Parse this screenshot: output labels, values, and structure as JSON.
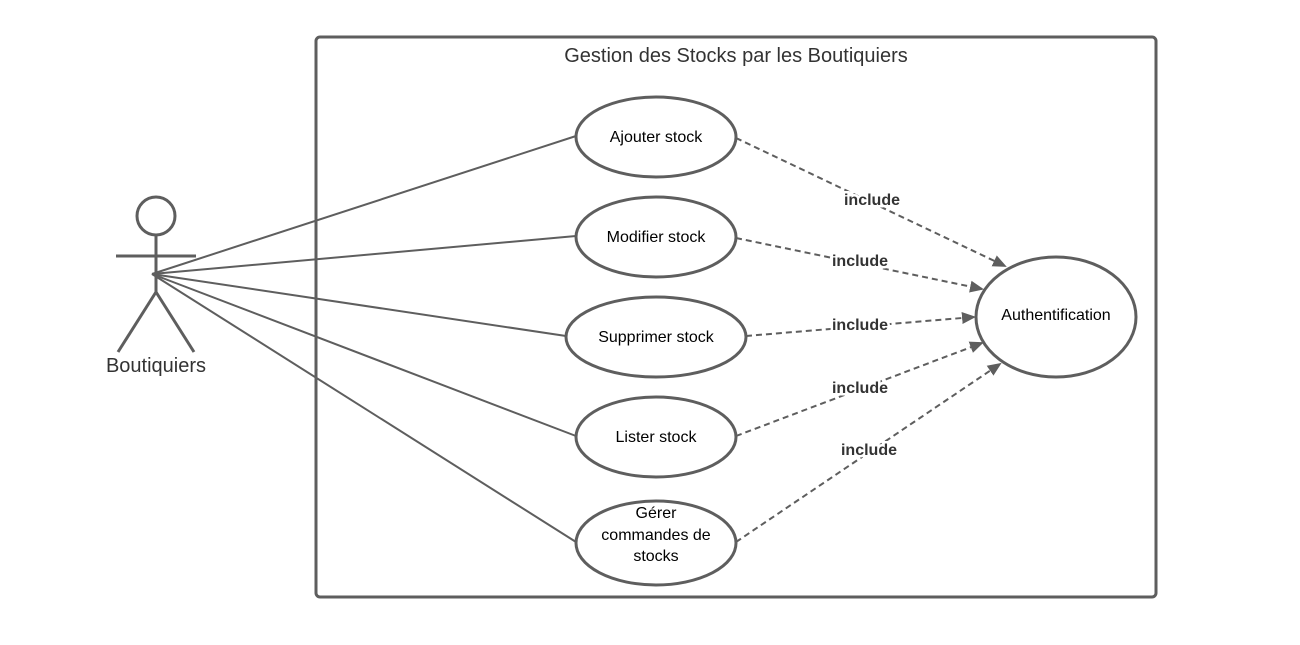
{
  "system": {
    "title": "Gestion des Stocks par les Boutiquiers"
  },
  "actor": {
    "name": "Boutiquiers"
  },
  "use_cases": [
    {
      "id": "ajouter",
      "lines": [
        "Ajouter stock"
      ]
    },
    {
      "id": "modifier",
      "lines": [
        "Modifier stock"
      ]
    },
    {
      "id": "supprimer",
      "lines": [
        "Supprimer stock"
      ]
    },
    {
      "id": "lister",
      "lines": [
        "Lister stock"
      ]
    },
    {
      "id": "gerer",
      "lines": [
        "Gérer",
        "commandes de",
        "stocks"
      ]
    }
  ],
  "target": {
    "id": "auth",
    "lines": [
      "Authentification"
    ]
  },
  "relations": [
    {
      "from": "ajouter",
      "to": "auth",
      "label": "include"
    },
    {
      "from": "modifier",
      "to": "auth",
      "label": "include"
    },
    {
      "from": "supprimer",
      "to": "auth",
      "label": "include"
    },
    {
      "from": "lister",
      "to": "auth",
      "label": "include"
    },
    {
      "from": "gerer",
      "to": "auth",
      "label": "include"
    }
  ],
  "colors": {
    "stroke": "#5e5e5e",
    "text": "#333333",
    "background": "#ffffff"
  }
}
